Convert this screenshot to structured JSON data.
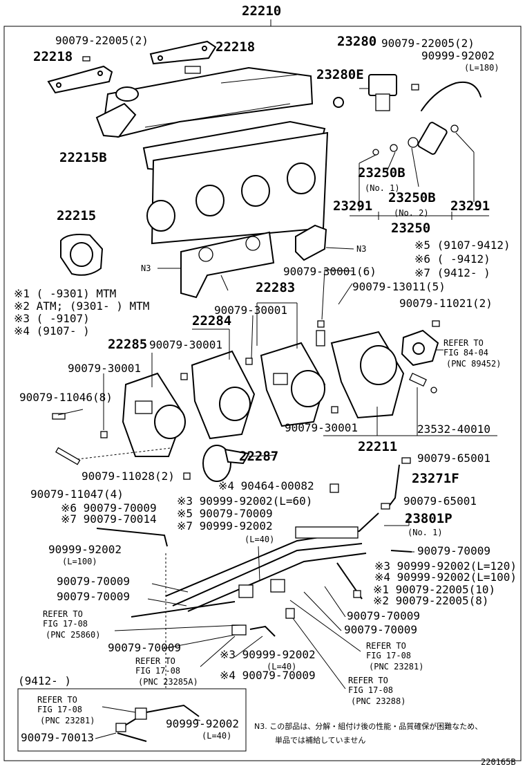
{
  "diagram_id": "220165B",
  "callouts": {
    "top_assembly": "22210",
    "bolt_top_left": "90079-22005(2)",
    "plate_left": "22218",
    "plate_right": "22218",
    "manifold": "22215B",
    "gasket": "22215",
    "valve_assy": "23280",
    "oring": "23280E",
    "bolt_top_right": "90079-22005(2)",
    "hose_top_right": "90999-92002",
    "hose_top_right_len": "(L=180)",
    "injector_23250B_no1": "23250B",
    "injector_23250B_no1_sub": "(No. 1)",
    "injector_23250B_no2": "23250B",
    "injector_23250B_no2_sub": "(No. 2)",
    "ring_left": "23291",
    "ring_right": "23291",
    "injector_group": "23250",
    "n3_right": "N3",
    "n3_left": "N3",
    "notes_right": [
      "※5 (9107-9412)",
      "※6 (     -9412)",
      "※7 (9412-     )"
    ],
    "notes_left": [
      "※1 (     -9301) MTM",
      "※2 ATM; (9301-     ) MTM",
      "※3 (     -9107)",
      "※4 (9107-     )"
    ],
    "bolt_30001_6": "90079-30001(6)",
    "bolt_13011_5": "90079-13011(5)",
    "throttle_22283": "22283",
    "bolt_30001_a": "90079-30001",
    "bolt_11021_2": "90079-11021(2)",
    "throttle_22284": "22284",
    "throttle_22285": "22285",
    "bolt_30001_b": "90079-30001",
    "refer_84_04": [
      "REFER TO",
      "FIG 84-04",
      "(PNC 89452)"
    ],
    "bolt_30001_c": "90079-30001",
    "bolt_11046_8": "90079-11046(8)",
    "bolt_30001_d": "90079-30001",
    "sensor_23532": "23532-40010",
    "throttle_body": "22211",
    "actuator": "22287",
    "bolt_65001_a": "90079-65001",
    "bolt_11028_2": "90079-11028(2)",
    "hose_23271F": "23271F",
    "bolt_11047_4": "90079-11047(4)",
    "clip_00082": "※4 90464-00082",
    "bolt_65001_b": "90079-65001",
    "pipe_list_left": [
      "※6 90079-70009",
      "※7 90079-70014"
    ],
    "pipe_list_mid": [
      "※3 90999-92002(L=60)",
      "※5 90079-70009",
      "※7 90999-92002"
    ],
    "pipe_23801P": "23801P",
    "pipe_23801P_sub": "(No. 1)",
    "hose_92002_l100": "90999-92002",
    "hose_92002_l100_sub": "(L=100)",
    "len_40": "(L=40)",
    "clip_70009_right": "90079-70009",
    "hose_l120": "※3 90999-92002(L=120)",
    "hose_l100": "※4 90999-92002(L=100)",
    "bolt_22005_10": "※1 90079-22005(10)",
    "bolt_22005_8": "※2 90079-22005(8)",
    "clip_70009_l1": "90079-70009",
    "clip_70009_l2": "90079-70009",
    "clip_70009_r1": "90079-70009",
    "clip_70009_r2": "90079-70009",
    "refer_17_08_a": [
      "REFER TO",
      "FIG 17-08",
      "(PNC 25860)"
    ],
    "clip_70009_bl": "90079-70009",
    "refer_17_08_b": [
      "REFER TO",
      "FIG 17-08",
      "(PNC 23281)"
    ],
    "refer_17_08_c": [
      "REFER TO",
      "FIG 17-08",
      "(PNC 23285A)"
    ],
    "hose_92002_3": "※3 90999-92002",
    "hose_92002_3_len": "(L=40)",
    "clip_70009_4": "※4 90079-70009",
    "refer_17_08_d": [
      "REFER TO",
      "FIG 17-08",
      "(PNC 23288)"
    ],
    "inset_date": "(9412-     )",
    "inset_refer": [
      "REFER TO",
      "FIG 17-08",
      "(PNC 23281)"
    ],
    "inset_hose": "90999-92002",
    "inset_hose_len": "(L=40)",
    "inset_clip": "90079-70013",
    "n3_note_line1": "N3. この部品は、分解・組付け後の性能・品質確保が困難なため、",
    "n3_note_line2": "単品では補給していません"
  }
}
